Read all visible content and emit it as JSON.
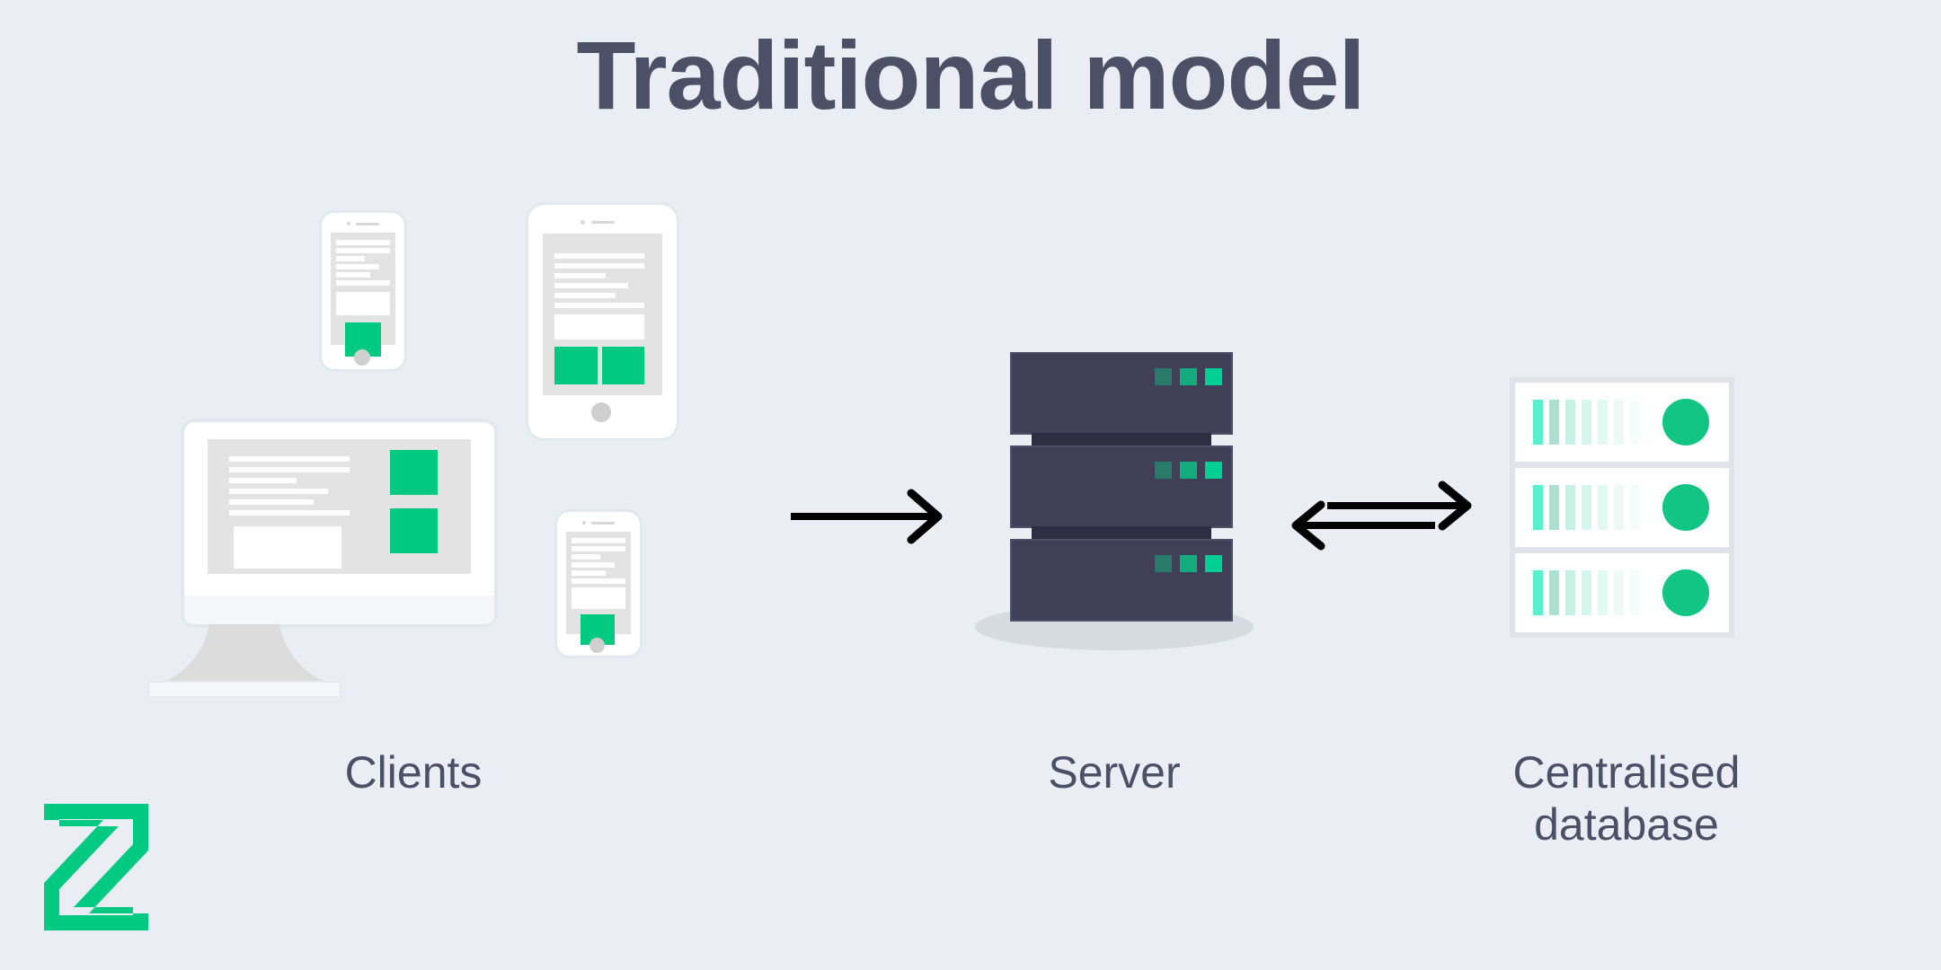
{
  "page": {
    "title": "Traditional model",
    "background_color": "#eaeef4",
    "title_color": "#4b5066",
    "accent_green": "#00c981",
    "server_color": "#403f58"
  },
  "sections": {
    "clients": {
      "label": "Clients",
      "devices": [
        {
          "name": "phone-top",
          "type": "phone",
          "green_blocks": 1,
          "text_lines": 6
        },
        {
          "name": "tablet",
          "type": "tablet",
          "green_blocks": 2,
          "text_lines": 6
        },
        {
          "name": "desktop-monitor",
          "type": "monitor",
          "green_blocks": 2,
          "text_lines": 6
        },
        {
          "name": "phone-bottom",
          "type": "phone",
          "green_blocks": 1,
          "text_lines": 6
        }
      ]
    },
    "server": {
      "label": "Server",
      "units": 3,
      "leds_per_unit": [
        "dim",
        "mid",
        "bright"
      ],
      "led_colors": {
        "dim": "#297a6b",
        "mid": "#16ab7f",
        "bright": "#00cf94"
      }
    },
    "database": {
      "label": "Centralised\ndatabase",
      "label_line1": "Centralised",
      "label_line2": "database",
      "slots": 3,
      "bars_per_slot": 7,
      "bar_colors": [
        "#5af0cd",
        "#addfd0",
        "#c6f2e6",
        "#d6f6ed",
        "#e2f9f2",
        "#edfbf7",
        "#f5fdfb"
      ],
      "indicator_color": "#12c584"
    }
  },
  "connectors": [
    {
      "name": "clients-to-server-arrow",
      "direction": "right",
      "color": "#000000"
    },
    {
      "name": "server-to-database-arrow",
      "direction": "bidirectional",
      "color": "#000000"
    }
  ],
  "logo": {
    "name": "z-logo",
    "color": "#00c981"
  }
}
